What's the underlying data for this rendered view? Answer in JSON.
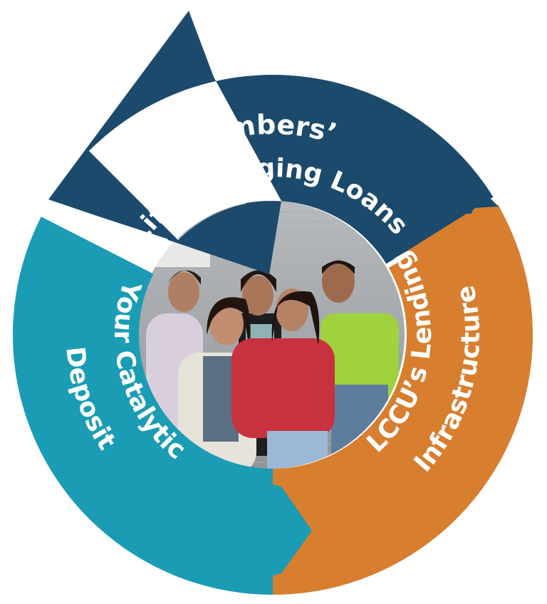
{
  "colors": {
    "loans": "#1c4a6c",
    "deposit": "#1a9cb4",
    "infrastructure": "#d77e2f",
    "text": "#ffffff"
  },
  "segments": {
    "loans": {
      "line1": "Members’",
      "line2": "Life-Changing Loans"
    },
    "deposit": {
      "line1": "Your Catalytic",
      "line2": "Deposit"
    },
    "infrastructure": {
      "line1": "LCCU’s Lending",
      "line2": "Infrastructure"
    }
  },
  "photo": {
    "subject": "family-photo"
  }
}
